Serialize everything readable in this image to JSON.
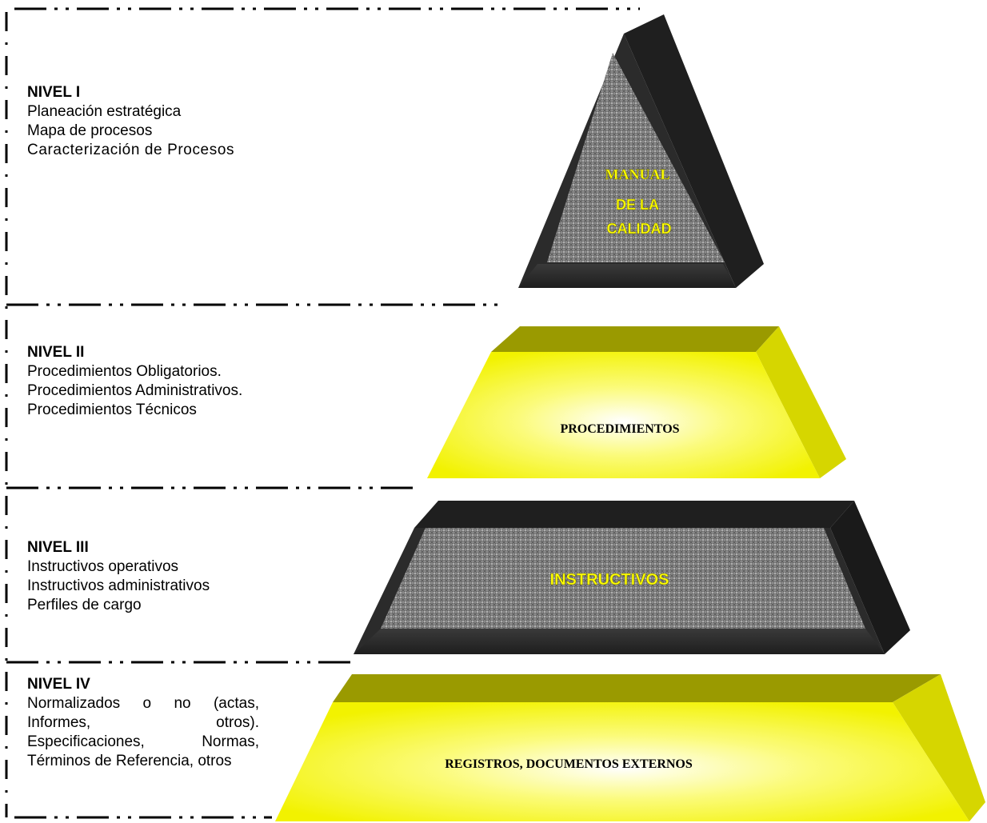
{
  "levels": [
    {
      "title": "NIVEL I",
      "items": [
        "Planeación estratégica",
        "Mapa de procesos",
        "Caracterización de Procesos"
      ]
    },
    {
      "title": "NIVEL II",
      "items": [
        "Procedimientos Obligatorios.",
        "Procedimientos Administrativos.",
        "Procedimientos Técnicos"
      ]
    },
    {
      "title": "NIVEL III",
      "items": [
        "Instructivos operativos",
        "Instructivos administrativos",
        "Perfiles de cargo"
      ]
    },
    {
      "title": "NIVEL IV",
      "items": [
        "Normalizados o no (actas, Informes, otros). Especificaciones, Normas, Términos de Referencia, otros"
      ]
    }
  ],
  "pyramid": {
    "apex": {
      "lines": [
        "MANUAL",
        "DE LA",
        "CALIDAD"
      ]
    },
    "tier2": {
      "label": "PROCEDIMIENTOS"
    },
    "tier3": {
      "label": "INSTRUCTIVOS"
    },
    "tier4": {
      "label": "REGISTROS, DOCUMENTOS EXTERNOS"
    }
  },
  "colors": {
    "dark": "#2b2b2b",
    "yellow": "#f5f500",
    "olive_top": "#9a9a00",
    "yellow_side": "#d6d600",
    "label_yellow": "#ffff00"
  }
}
